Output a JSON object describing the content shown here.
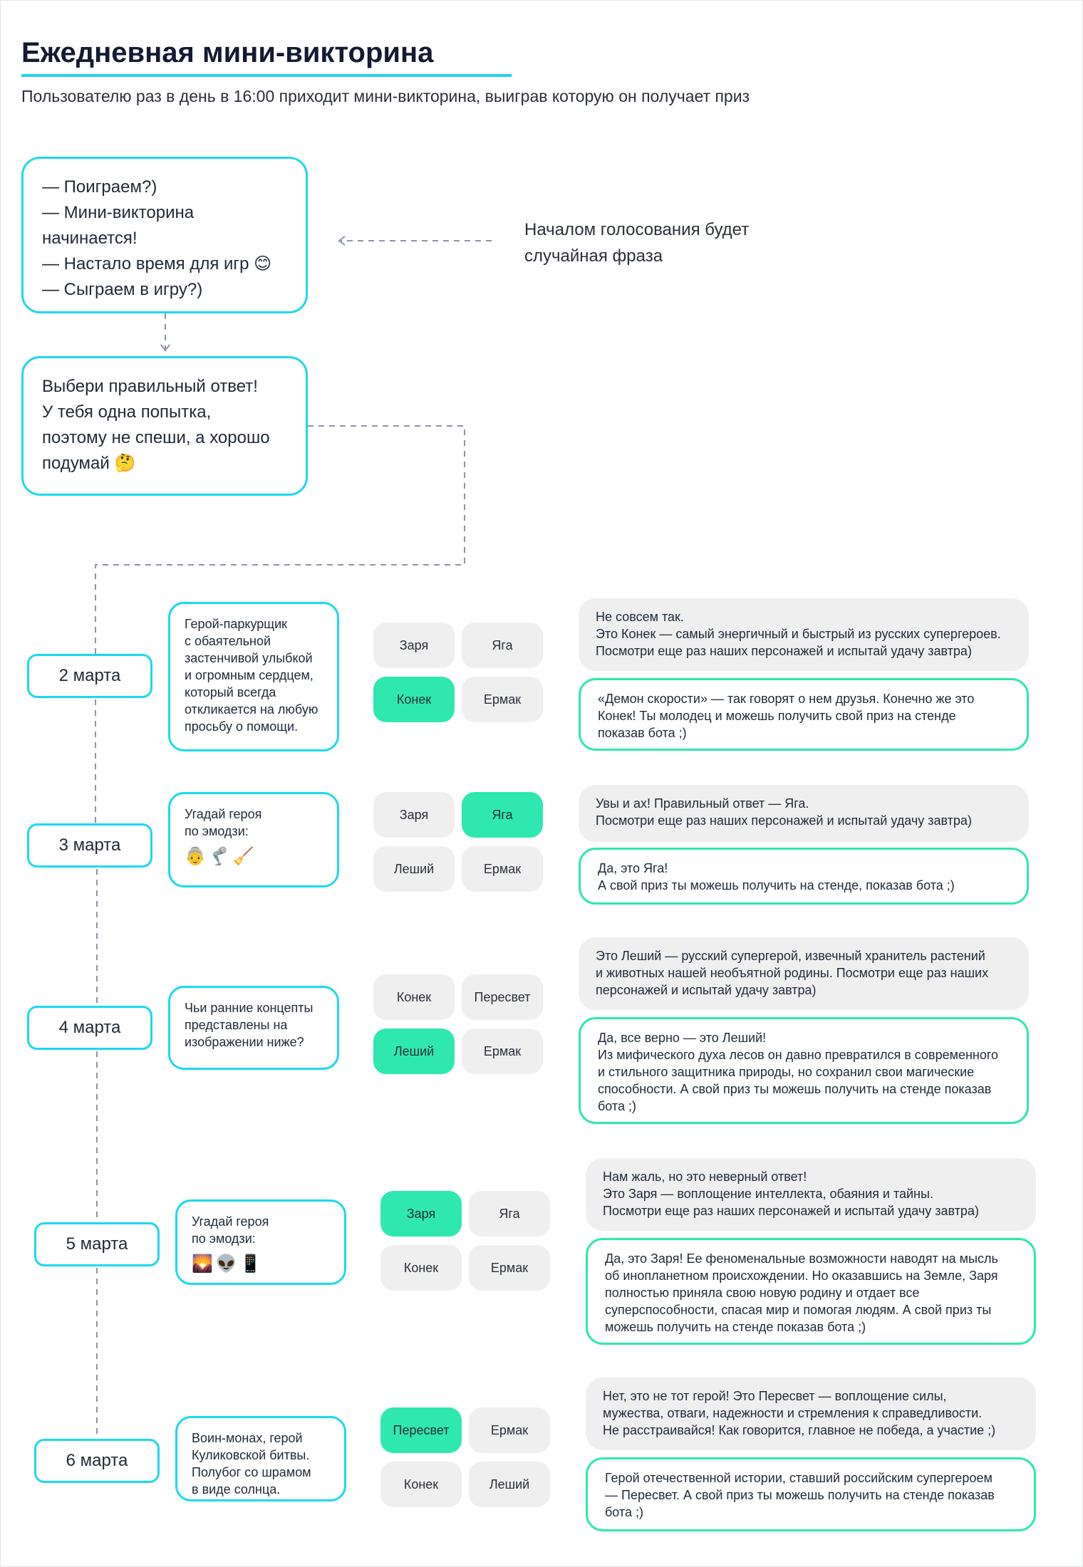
{
  "header": {
    "title": "Ежедневная мини-викторина",
    "subtitle": "Пользователю раз в день в 16:00 приходит мини-викторина, выиграв которую он получает приз"
  },
  "intro_bubble": {
    "lines": [
      "— Поиграем?)",
      "— Мини-викторина",
      "начинается!",
      "— Настало время для игр 😊",
      "— Сыграем в игру?)"
    ]
  },
  "note": {
    "lines": [
      "Началом голосования будет",
      "случайная фраза"
    ]
  },
  "rules_bubble": {
    "lines": [
      "Выбери правильный ответ!",
      "У тебя одна попытка,",
      "поэтому не спеши, а хорошо",
      "подумай 🤔"
    ]
  },
  "days": [
    {
      "date": "2 марта",
      "question": [
        "Герой-паркурщик",
        "с обаятельной",
        "застенчивой улыбкой",
        "и огромным сердцем,",
        "который всегда",
        "откликается на любую",
        "просьбу о помощи."
      ],
      "emojis": "",
      "options": [
        {
          "label": "Заря",
          "correct": false
        },
        {
          "label": "Яга",
          "correct": false
        },
        {
          "label": "Конек",
          "correct": true
        },
        {
          "label": "Ермак",
          "correct": false
        }
      ],
      "wrong_reply": [
        "Не совсем так.",
        "Это Конек — самый энергичный и быстрый из русских супергероев.",
        "Посмотри еще раз наших персонажей и испытай удачу завтра)"
      ],
      "right_reply": [
        "«Демон скорости» — так говорят о нем друзья. Конечно же это",
        "Конек! Ты молодец и можешь получить свой приз на стенде",
        "показав бота ;)"
      ]
    },
    {
      "date": "3 марта",
      "question": [
        "Угадай героя",
        "по эмодзи:"
      ],
      "emojis": "👵🦿🧹",
      "options": [
        {
          "label": "Заря",
          "correct": false
        },
        {
          "label": "Яга",
          "correct": true
        },
        {
          "label": "Леший",
          "correct": false
        },
        {
          "label": "Ермак",
          "correct": false
        }
      ],
      "wrong_reply": [
        "Увы и ах! Правильный ответ — Яга.",
        "Посмотри еще раз наших персонажей и испытай удачу завтра)"
      ],
      "right_reply": [
        "Да, это Яга!",
        "А свой приз ты можешь получить на стенде, показав бота ;)"
      ]
    },
    {
      "date": "4 марта",
      "question": [
        "Чьи ранние концепты",
        "представлены на",
        "изображении ниже?"
      ],
      "emojis": "",
      "options": [
        {
          "label": "Конек",
          "correct": false
        },
        {
          "label": "Пересвет",
          "correct": false
        },
        {
          "label": "Леший",
          "correct": true
        },
        {
          "label": "Ермак",
          "correct": false
        }
      ],
      "wrong_reply": [
        "Это Леший — русский супергерой, извечный хранитель растений",
        "и животных нашей необъятной родины. Посмотри еще раз наших",
        "персонажей и испытай удачу завтра)"
      ],
      "right_reply": [
        "Да, все верно — это Леший!",
        "Из мифического духа лесов он давно превратился в современного",
        "и стильного защитника природы, но сохранил свои магические",
        "способности. А свой приз ты можешь получить на стенде показав",
        "бота ;)"
      ]
    },
    {
      "date": "5 марта",
      "question": [
        "Угадай героя",
        "по эмодзи:"
      ],
      "emojis": "🌄👽📱",
      "options": [
        {
          "label": "Заря",
          "correct": true
        },
        {
          "label": "Яга",
          "correct": false
        },
        {
          "label": "Конек",
          "correct": false
        },
        {
          "label": "Ермак",
          "correct": false
        }
      ],
      "wrong_reply": [
        "Нам жаль, но это неверный ответ!",
        "Это Заря — воплощение интеллекта, обаяния и тайны.",
        "Посмотри еще раз наших персонажей и испытай удачу завтра)"
      ],
      "right_reply": [
        "Да, это Заря! Ее феноменальные возможности наводят на мысль",
        "об инопланетном происхождении. Но оказавшись на Земле, Заря",
        "полностью приняла свою новую родину и отдает все",
        "суперспособности, спасая мир и помогая людям. А свой приз ты",
        "можешь получить на стенде показав бота ;)"
      ]
    },
    {
      "date": "6 марта",
      "question": [
        "Воин-монах, герой",
        "Куликовской битвы.",
        "Полубог со шрамом",
        "в виде солнца."
      ],
      "emojis": "",
      "options": [
        {
          "label": "Пересвет",
          "correct": true
        },
        {
          "label": "Ермак",
          "correct": false
        },
        {
          "label": "Конек",
          "correct": false
        },
        {
          "label": "Леший",
          "correct": false
        }
      ],
      "wrong_reply": [
        "Нет, это не тот герой! Это Пересвет — воплощение силы,",
        "мужества, отваги, надежности и стремления к справедливости.",
        "Не расстраивайся! Как говорится, главное не победа, а участие ;)"
      ],
      "right_reply": [
        "Герой отечественной истории, ставший российским супергероем",
        "— Пересвет. А свой приз ты можешь получить на стенде показав",
        "бота ;)"
      ]
    }
  ],
  "colors": {
    "accent": "#1bd9ef",
    "correct": "#2ee8b0",
    "neutral": "#efeff0",
    "connector": "#8a94b0"
  }
}
